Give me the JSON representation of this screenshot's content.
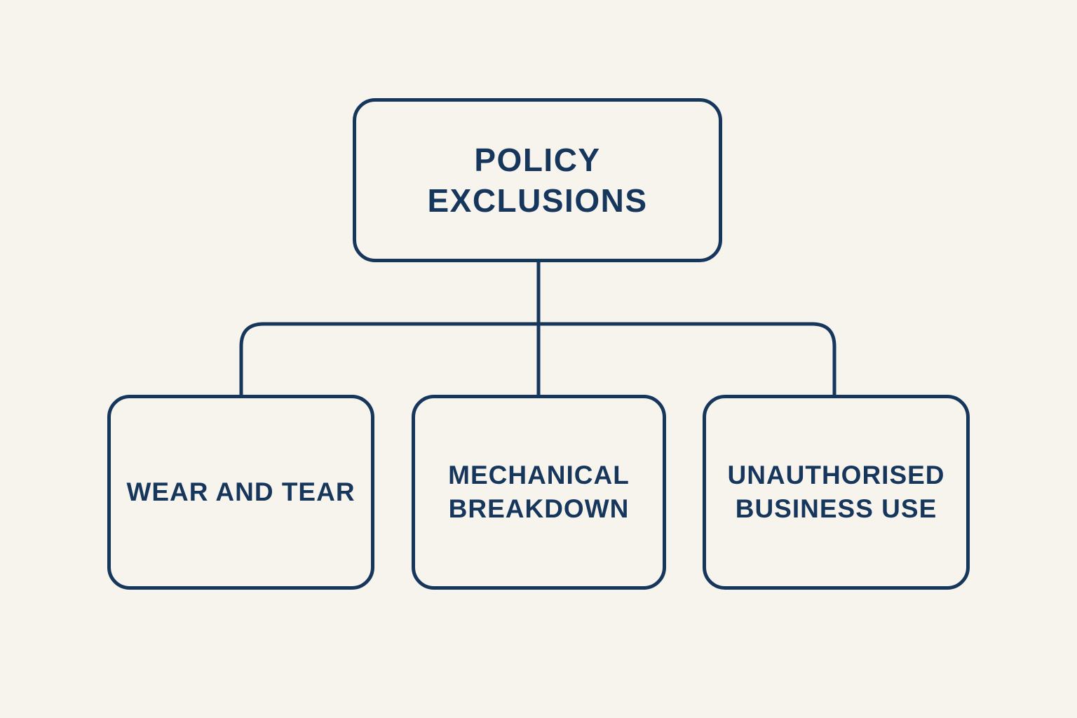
{
  "diagram": {
    "root": {
      "label": "POLICY EXCLUSIONS"
    },
    "children": [
      {
        "label": "WEAR AND TEAR"
      },
      {
        "label": "MECHANICAL BREAKDOWN"
      },
      {
        "label": "UNAUTHORISED BUSINESS USE"
      }
    ],
    "colors": {
      "outline": "#17365c",
      "text": "#17365c",
      "background": "#f7f4ee"
    }
  }
}
